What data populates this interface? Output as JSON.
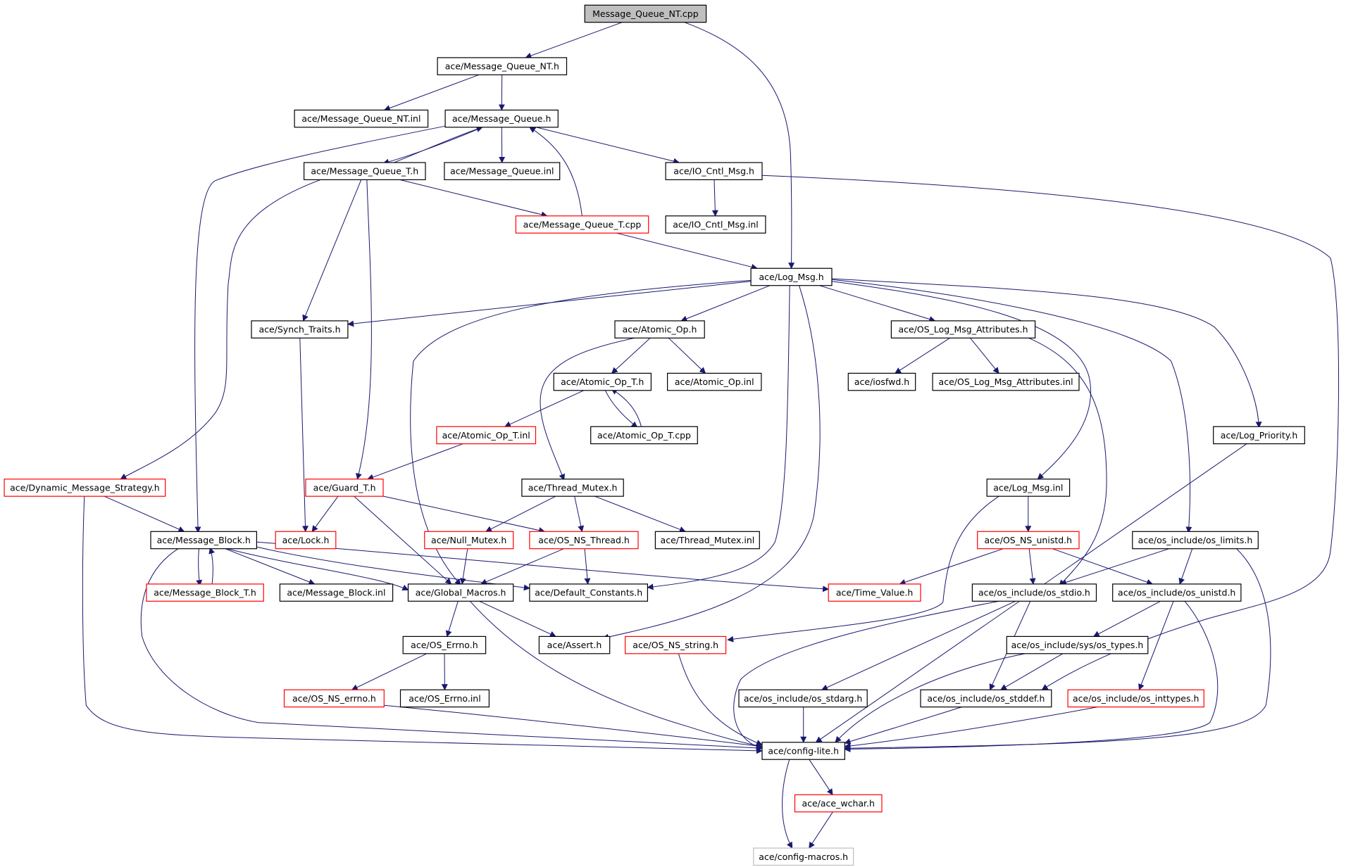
{
  "colors": {
    "edge": "#191970",
    "border_default": "#000000",
    "border_truncated": "#ff0000",
    "border_external": "#bfbfbf",
    "fill_root": "#bfbfbf",
    "fill_default": "#ffffff"
  },
  "nodes": [
    {
      "id": "mq_nt_cpp",
      "label": "Message_Queue_NT.cpp",
      "style": "root"
    },
    {
      "id": "mq_nt_h",
      "label": "ace/Message_Queue_NT.h",
      "style": "default"
    },
    {
      "id": "mq_nt_inl",
      "label": "ace/Message_Queue_NT.inl",
      "style": "default"
    },
    {
      "id": "mq_h",
      "label": "ace/Message_Queue.h",
      "style": "default"
    },
    {
      "id": "mq_t_h",
      "label": "ace/Message_Queue_T.h",
      "style": "default"
    },
    {
      "id": "mq_inl",
      "label": "ace/Message_Queue.inl",
      "style": "default"
    },
    {
      "id": "io_cntl_h",
      "label": "ace/IO_Cntl_Msg.h",
      "style": "default"
    },
    {
      "id": "mq_t_cpp",
      "label": "ace/Message_Queue_T.cpp",
      "style": "truncated"
    },
    {
      "id": "io_cntl_inl",
      "label": "ace/IO_Cntl_Msg.inl",
      "style": "default"
    },
    {
      "id": "log_msg_h",
      "label": "ace/Log_Msg.h",
      "style": "default"
    },
    {
      "id": "synch_traits",
      "label": "ace/Synch_Traits.h",
      "style": "default"
    },
    {
      "id": "atomic_op_h",
      "label": "ace/Atomic_Op.h",
      "style": "default"
    },
    {
      "id": "os_log_attr_h",
      "label": "ace/OS_Log_Msg_Attributes.h",
      "style": "default"
    },
    {
      "id": "atomic_op_t_h",
      "label": "ace/Atomic_Op_T.h",
      "style": "default"
    },
    {
      "id": "atomic_op_inl",
      "label": "ace/Atomic_Op.inl",
      "style": "default"
    },
    {
      "id": "iosfwd",
      "label": "ace/iosfwd.h",
      "style": "default"
    },
    {
      "id": "os_log_attr_inl",
      "label": "ace/OS_Log_Msg_Attributes.inl",
      "style": "default"
    },
    {
      "id": "atomic_op_t_inl",
      "label": "ace/Atomic_Op_T.inl",
      "style": "truncated"
    },
    {
      "id": "atomic_op_t_cpp",
      "label": "ace/Atomic_Op_T.cpp",
      "style": "default"
    },
    {
      "id": "log_priority",
      "label": "ace/Log_Priority.h",
      "style": "default"
    },
    {
      "id": "dyn_strategy",
      "label": "ace/Dynamic_Message_Strategy.h",
      "style": "truncated"
    },
    {
      "id": "guard_t",
      "label": "ace/Guard_T.h",
      "style": "truncated"
    },
    {
      "id": "thread_mutex_h",
      "label": "ace/Thread_Mutex.h",
      "style": "default"
    },
    {
      "id": "log_msg_inl",
      "label": "ace/Log_Msg.inl",
      "style": "default"
    },
    {
      "id": "msg_block_h",
      "label": "ace/Message_Block.h",
      "style": "default"
    },
    {
      "id": "lock_h",
      "label": "ace/Lock.h",
      "style": "truncated"
    },
    {
      "id": "null_mutex",
      "label": "ace/Null_Mutex.h",
      "style": "truncated"
    },
    {
      "id": "os_ns_thread",
      "label": "ace/OS_NS_Thread.h",
      "style": "truncated"
    },
    {
      "id": "thread_mutex_inl",
      "label": "ace/Thread_Mutex.inl",
      "style": "default"
    },
    {
      "id": "os_ns_unistd",
      "label": "ace/OS_NS_unistd.h",
      "style": "truncated"
    },
    {
      "id": "os_limits",
      "label": "ace/os_include/os_limits.h",
      "style": "default"
    },
    {
      "id": "msg_block_t",
      "label": "ace/Message_Block_T.h",
      "style": "truncated"
    },
    {
      "id": "msg_block_inl",
      "label": "ace/Message_Block.inl",
      "style": "default"
    },
    {
      "id": "global_macros",
      "label": "ace/Global_Macros.h",
      "style": "default"
    },
    {
      "id": "default_consts",
      "label": "ace/Default_Constants.h",
      "style": "default"
    },
    {
      "id": "time_value",
      "label": "ace/Time_Value.h",
      "style": "truncated"
    },
    {
      "id": "os_stdio",
      "label": "ace/os_include/os_stdio.h",
      "style": "default"
    },
    {
      "id": "os_unistd",
      "label": "ace/os_include/os_unistd.h",
      "style": "default"
    },
    {
      "id": "os_errno_h",
      "label": "ace/OS_Errno.h",
      "style": "default"
    },
    {
      "id": "assert_h",
      "label": "ace/Assert.h",
      "style": "default"
    },
    {
      "id": "os_ns_string",
      "label": "ace/OS_NS_string.h",
      "style": "truncated"
    },
    {
      "id": "os_sys_types",
      "label": "ace/os_include/sys/os_types.h",
      "style": "default"
    },
    {
      "id": "os_ns_errno",
      "label": "ace/OS_NS_errno.h",
      "style": "truncated"
    },
    {
      "id": "os_errno_inl",
      "label": "ace/OS_Errno.inl",
      "style": "default"
    },
    {
      "id": "os_stdarg",
      "label": "ace/os_include/os_stdarg.h",
      "style": "default"
    },
    {
      "id": "os_stddef",
      "label": "ace/os_include/os_stddef.h",
      "style": "default"
    },
    {
      "id": "os_inttypes",
      "label": "ace/os_include/os_inttypes.h",
      "style": "truncated"
    },
    {
      "id": "config_lite",
      "label": "ace/config-lite.h",
      "style": "default"
    },
    {
      "id": "ace_wchar",
      "label": "ace/ace_wchar.h",
      "style": "truncated"
    },
    {
      "id": "config_macros",
      "label": "ace/config-macros.h",
      "style": "external"
    }
  ],
  "edges": [
    [
      "mq_nt_cpp",
      "mq_nt_h"
    ],
    [
      "mq_nt_cpp",
      "log_msg_h"
    ],
    [
      "mq_nt_h",
      "mq_nt_inl"
    ],
    [
      "mq_nt_h",
      "mq_h"
    ],
    [
      "mq_h",
      "mq_t_h"
    ],
    [
      "mq_h",
      "mq_inl"
    ],
    [
      "mq_h",
      "io_cntl_h"
    ],
    [
      "mq_h",
      "msg_block_h"
    ],
    [
      "mq_t_h",
      "mq_h"
    ],
    [
      "mq_t_h",
      "mq_t_cpp"
    ],
    [
      "mq_t_h",
      "synch_traits"
    ],
    [
      "mq_t_h",
      "guard_t"
    ],
    [
      "mq_t_h",
      "dyn_strategy"
    ],
    [
      "mq_t_cpp",
      "mq_h"
    ],
    [
      "mq_t_cpp",
      "log_msg_h"
    ],
    [
      "io_cntl_h",
      "io_cntl_inl"
    ],
    [
      "io_cntl_h",
      "os_stddef"
    ],
    [
      "log_msg_h",
      "synch_traits"
    ],
    [
      "log_msg_h",
      "atomic_op_h"
    ],
    [
      "log_msg_h",
      "os_log_attr_h"
    ],
    [
      "log_msg_h",
      "log_priority"
    ],
    [
      "log_msg_h",
      "log_msg_inl"
    ],
    [
      "log_msg_h",
      "os_limits"
    ],
    [
      "log_msg_h",
      "global_macros"
    ],
    [
      "log_msg_h",
      "default_consts"
    ],
    [
      "log_msg_h",
      "assert_h"
    ],
    [
      "synch_traits",
      "lock_h"
    ],
    [
      "atomic_op_h",
      "atomic_op_t_h"
    ],
    [
      "atomic_op_h",
      "atomic_op_inl"
    ],
    [
      "atomic_op_h",
      "thread_mutex_h"
    ],
    [
      "atomic_op_t_h",
      "atomic_op_t_inl"
    ],
    [
      "atomic_op_t_h",
      "atomic_op_t_cpp"
    ],
    [
      "atomic_op_t_cpp",
      "atomic_op_t_h"
    ],
    [
      "atomic_op_t_inl",
      "guard_t"
    ],
    [
      "os_log_attr_h",
      "iosfwd"
    ],
    [
      "os_log_attr_h",
      "os_log_attr_inl"
    ],
    [
      "os_log_attr_h",
      "os_stdio"
    ],
    [
      "log_priority",
      "config_lite"
    ],
    [
      "dyn_strategy",
      "msg_block_h"
    ],
    [
      "dyn_strategy",
      "config_lite"
    ],
    [
      "guard_t",
      "lock_h"
    ],
    [
      "guard_t",
      "os_ns_thread"
    ],
    [
      "guard_t",
      "global_macros"
    ],
    [
      "thread_mutex_h",
      "null_mutex"
    ],
    [
      "thread_mutex_h",
      "os_ns_thread"
    ],
    [
      "thread_mutex_h",
      "thread_mutex_inl"
    ],
    [
      "log_msg_inl",
      "os_ns_unistd"
    ],
    [
      "log_msg_inl",
      "os_ns_string"
    ],
    [
      "msg_block_h",
      "msg_block_t"
    ],
    [
      "msg_block_h",
      "msg_block_inl"
    ],
    [
      "msg_block_h",
      "global_macros"
    ],
    [
      "msg_block_h",
      "default_consts"
    ],
    [
      "msg_block_h",
      "time_value"
    ],
    [
      "msg_block_h",
      "config_lite"
    ],
    [
      "msg_block_t",
      "msg_block_h"
    ],
    [
      "null_mutex",
      "global_macros"
    ],
    [
      "os_ns_thread",
      "global_macros"
    ],
    [
      "os_ns_thread",
      "default_consts"
    ],
    [
      "os_ns_unistd",
      "time_value"
    ],
    [
      "os_ns_unistd",
      "os_stdio"
    ],
    [
      "os_ns_unistd",
      "os_unistd"
    ],
    [
      "os_limits",
      "os_stdio"
    ],
    [
      "os_limits",
      "os_unistd"
    ],
    [
      "os_limits",
      "config_lite"
    ],
    [
      "global_macros",
      "os_errno_h"
    ],
    [
      "global_macros",
      "assert_h"
    ],
    [
      "global_macros",
      "config_lite"
    ],
    [
      "os_stdio",
      "os_stdarg"
    ],
    [
      "os_stdio",
      "os_stddef"
    ],
    [
      "os_stdio",
      "config_lite"
    ],
    [
      "os_unistd",
      "os_sys_types"
    ],
    [
      "os_unistd",
      "os_inttypes"
    ],
    [
      "os_unistd",
      "config_lite"
    ],
    [
      "os_errno_h",
      "os_ns_errno"
    ],
    [
      "os_errno_h",
      "os_errno_inl"
    ],
    [
      "os_ns_errno",
      "config_lite"
    ],
    [
      "os_ns_string",
      "config_lite"
    ],
    [
      "os_sys_types",
      "os_stddef"
    ],
    [
      "os_sys_types",
      "config_lite"
    ],
    [
      "os_stdarg",
      "config_lite"
    ],
    [
      "os_stddef",
      "config_lite"
    ],
    [
      "os_inttypes",
      "config_lite"
    ],
    [
      "config_lite",
      "ace_wchar"
    ],
    [
      "config_lite",
      "config_macros"
    ],
    [
      "ace_wchar",
      "config_macros"
    ]
  ]
}
